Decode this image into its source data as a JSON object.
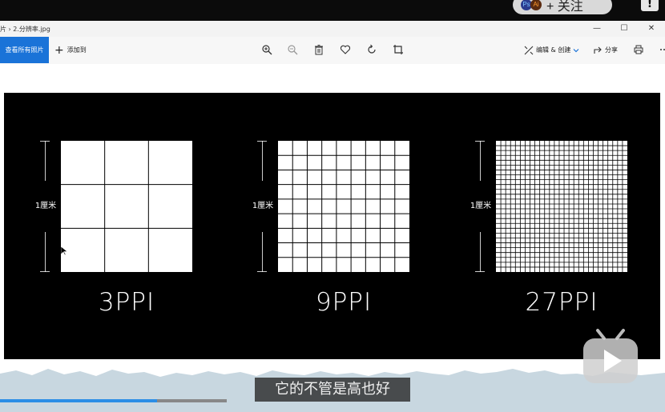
{
  "overlay": {
    "follow_label": "+ 关注",
    "ps": "Ps",
    "ai": "Ai",
    "bang": "!"
  },
  "window": {
    "title": "片 › 2.分辨率.jpg",
    "controls": [
      "—",
      "☐",
      "✕"
    ]
  },
  "toolbar": {
    "view_all": "查看所有照片",
    "add_to": "添加到",
    "edit_create": "编辑 & 创建",
    "share": "分享"
  },
  "panels": [
    {
      "label": "1厘米",
      "ppi": "3PPI",
      "cells": 3
    },
    {
      "label": "1厘米",
      "ppi": "9PPI",
      "cells": 9
    },
    {
      "label": "1厘米",
      "ppi": "27PPI",
      "cells": 27
    }
  ],
  "video": {
    "subtitle": "它的不管是高也好",
    "progress": 0.236
  }
}
